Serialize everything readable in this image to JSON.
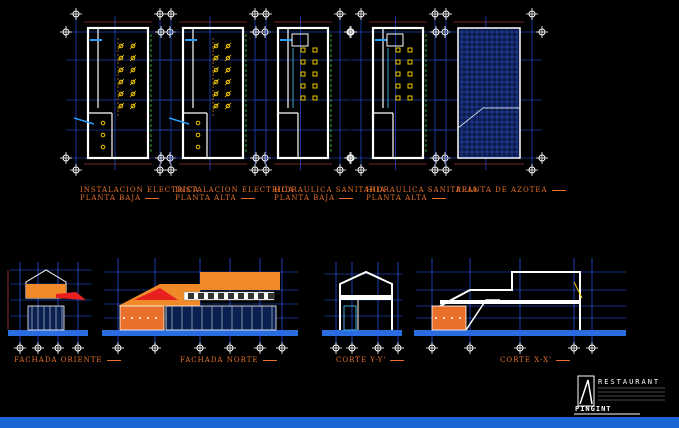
{
  "drawing": {
    "plans": [
      {
        "id": "plan-1",
        "label_lines": [
          "INSTALACION ELECTRICA",
          "PLANTA BAJA"
        ]
      },
      {
        "id": "plan-2",
        "label_lines": [
          "INSTALACION ELECTRICA",
          "PLANTA ALTA"
        ]
      },
      {
        "id": "plan-3",
        "label_lines": [
          "HIDRAULICA SANITARIA",
          "PLANTA BAJA"
        ]
      },
      {
        "id": "plan-4",
        "label_lines": [
          "HIDRAULICA SANITARIA",
          "PLANTA ALTA"
        ]
      },
      {
        "id": "plan-5",
        "label_lines": [
          "PLANTA DE AZOTEA"
        ]
      }
    ],
    "elevations": [
      {
        "id": "elev-1",
        "label": "FACHADA ORIENTE"
      },
      {
        "id": "elev-2",
        "label": "FACHADA NORTE"
      },
      {
        "id": "elev-3",
        "label": "CORTE Y-Y'"
      },
      {
        "id": "elev-4",
        "label": "CORTE X-X'"
      }
    ],
    "title_block": {
      "project": "RESTAURANT",
      "firm": "PINGINT"
    },
    "colors": {
      "background": "#000000",
      "wall": "#ffffff",
      "grid": "#2a5cff",
      "dim": "#e84a4a",
      "fixture": "#f0c800",
      "label": "#e8702a",
      "green": "#3ec43e",
      "roof": "#f08a28",
      "bar": "#1a66d6"
    }
  }
}
